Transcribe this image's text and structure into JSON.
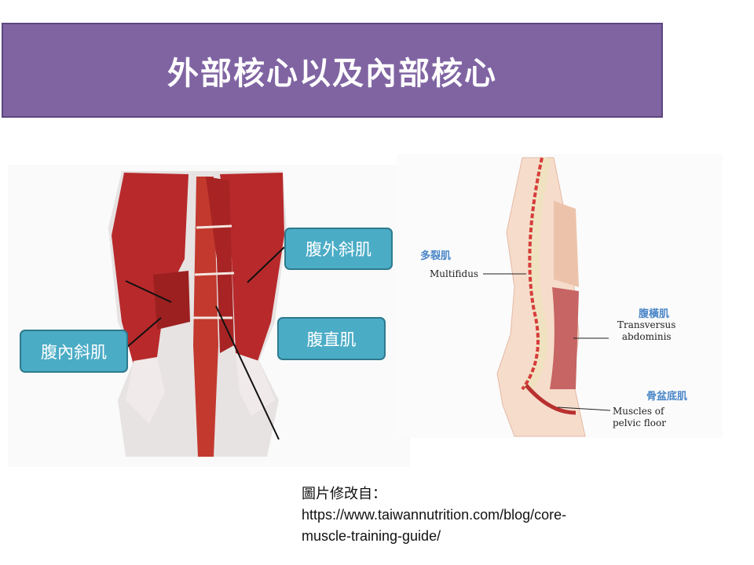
{
  "slide": {
    "title": "外部核心以及內部核心",
    "colors": {
      "title_bg": "#8064a2",
      "callout_bg": "#4bacc6",
      "label_cn": "#4a86c8",
      "muscle": "#b8292b"
    }
  },
  "left_figure": {
    "callouts": {
      "external_oblique": "腹外斜肌",
      "rectus_abdominis": "腹直肌",
      "internal_oblique": "腹內斜肌"
    }
  },
  "right_figure": {
    "labels": [
      {
        "cn": "多裂肌",
        "en": [
          "Multifidus"
        ]
      },
      {
        "cn": "腹橫肌",
        "en": [
          "Transversus",
          "abdominis"
        ]
      },
      {
        "cn": "骨盆底肌",
        "en": [
          "Muscles of",
          "pelvic floor"
        ]
      }
    ]
  },
  "credit": {
    "line1": "圖片修改自：",
    "line2": "https://www.taiwannutrition.com/blog/core-",
    "line3": "muscle-training-guide/"
  }
}
